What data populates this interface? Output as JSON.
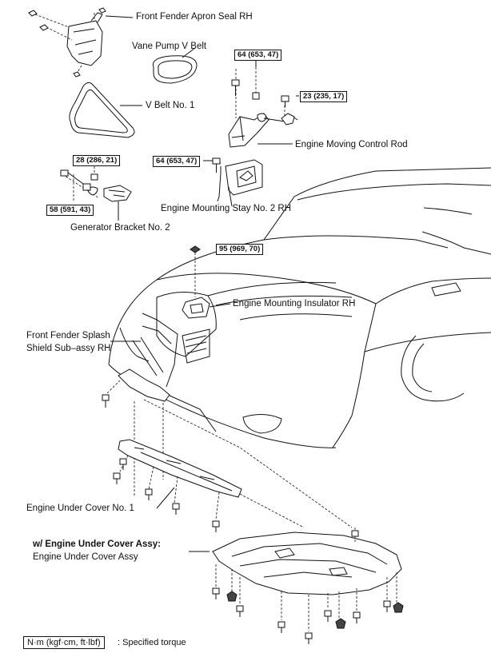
{
  "labels": {
    "front_fender_apron_seal": "Front Fender Apron Seal RH",
    "vane_pump_v_belt": "Vane Pump V Belt",
    "v_belt_no1": "V Belt No. 1",
    "engine_moving_control_rod": "Engine Moving Control Rod",
    "engine_mounting_stay": "Engine Mounting Stay No. 2 RH",
    "generator_bracket": "Generator Bracket No. 2",
    "engine_mounting_insulator": "Engine Mounting Insulator RH",
    "splash_shield_line1": "Front Fender Splash",
    "splash_shield_line2": "Shield Sub–assy RH",
    "engine_under_cover_no1": "Engine Under Cover No. 1",
    "under_cover_assy_heading": "w/ Engine Under Cover Assy:",
    "under_cover_assy": "Engine Under Cover Assy"
  },
  "torques": {
    "t1": "64 (653, 47)",
    "t2": "23 (235, 17)",
    "t3": "28 (286, 21)",
    "t4": "64 (653, 47)",
    "t5": "58 (591, 43)",
    "t6": "95 (969, 70)"
  },
  "legend": {
    "units": "N·m (kgf·cm, ft·lbf)",
    "meaning": ": Specified torque"
  },
  "icons": [
    "bolt-icon",
    "clip-icon",
    "nut-icon"
  ]
}
